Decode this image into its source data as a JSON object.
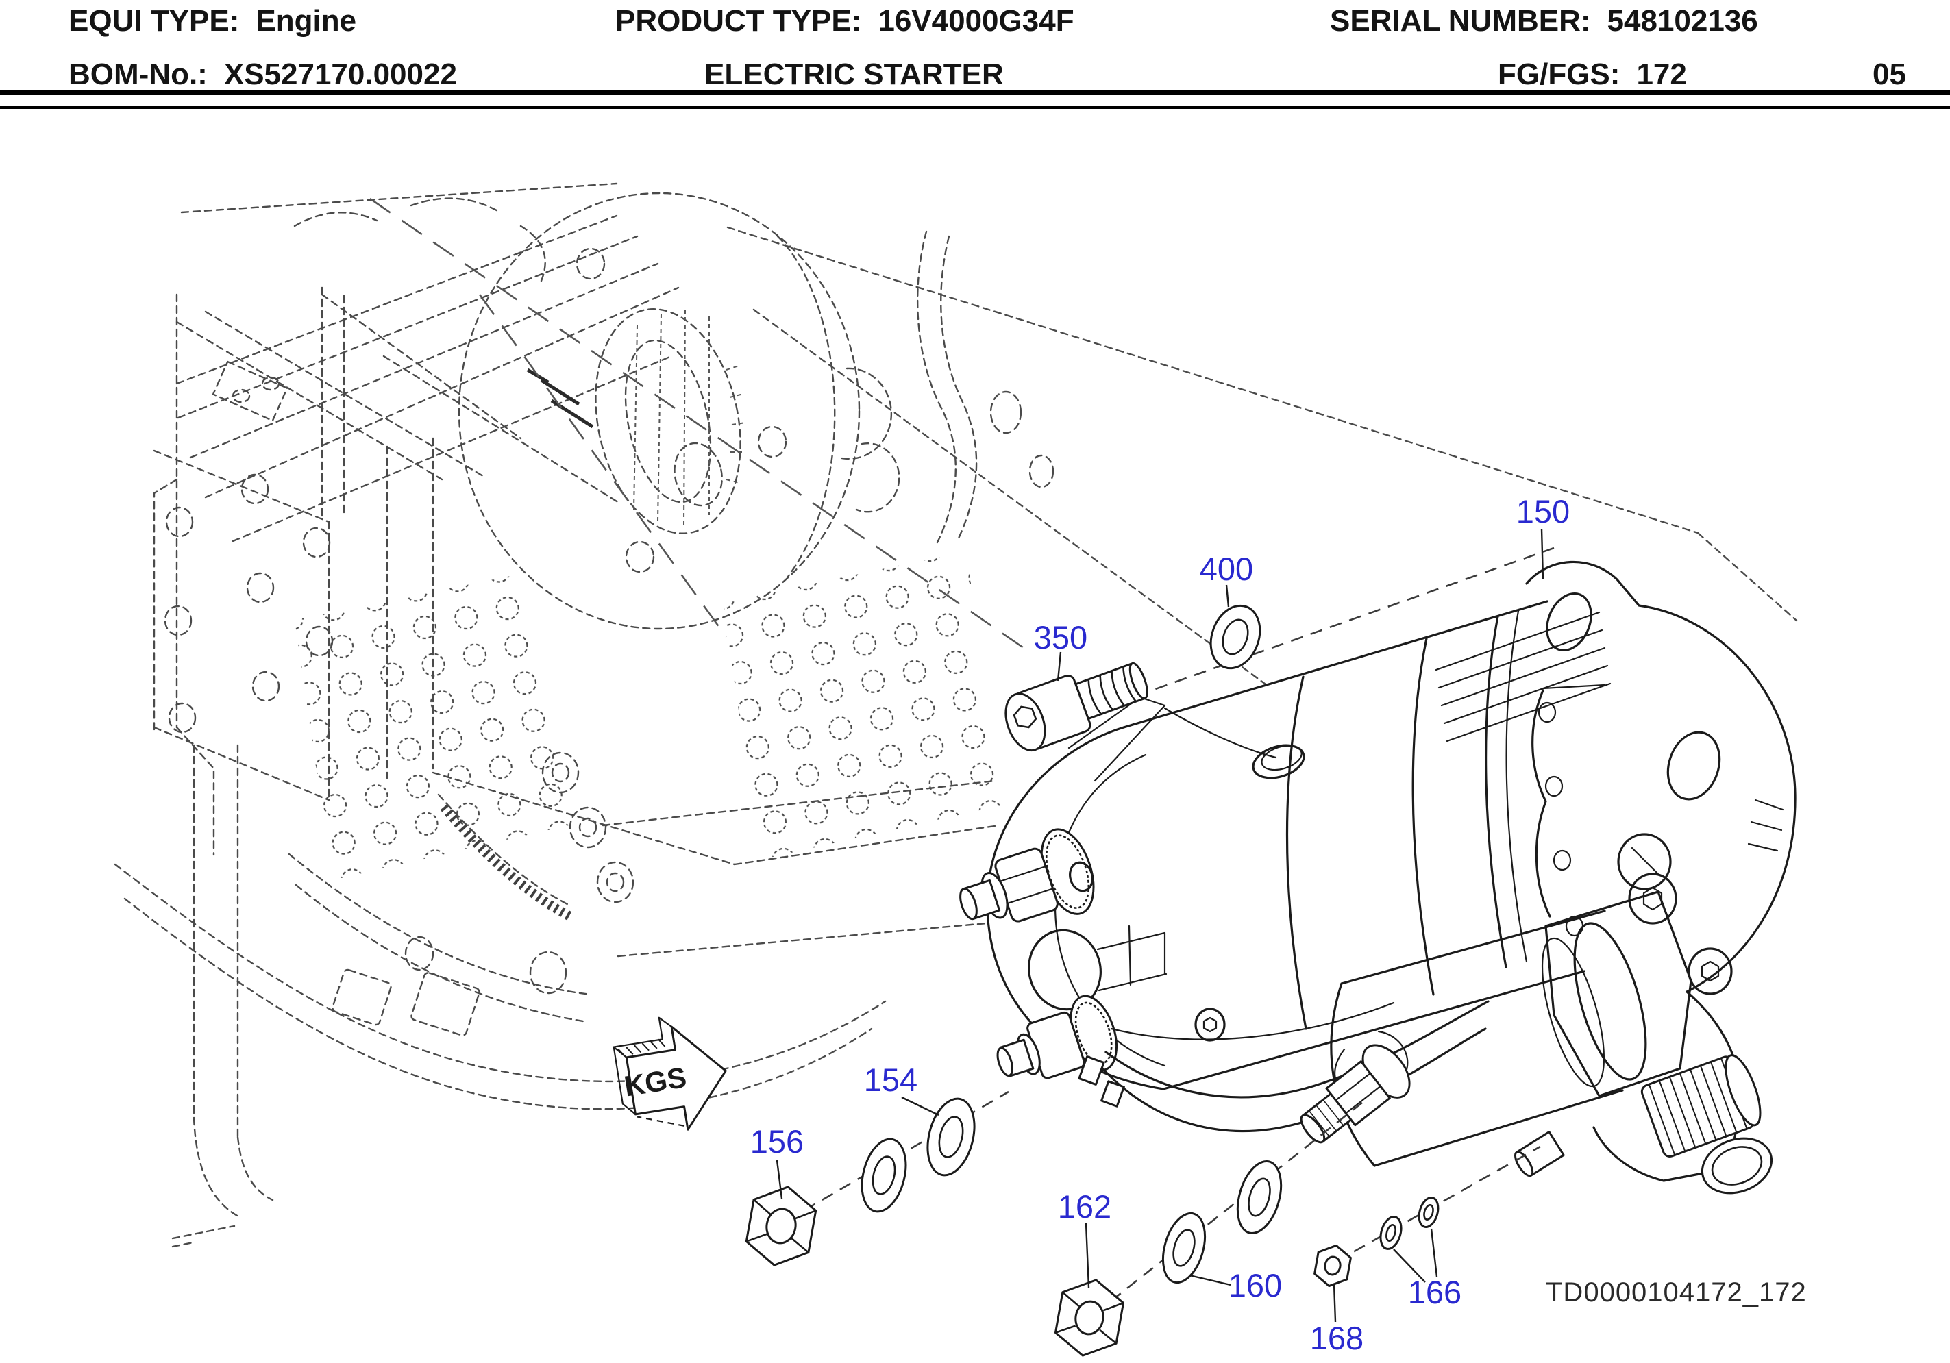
{
  "header": {
    "equi_type_label": "EQUI TYPE:",
    "equi_type_value": "Engine",
    "product_type_label": "PRODUCT TYPE:",
    "product_type_value": "16V4000G34F",
    "serial_number_label": "SERIAL NUMBER:",
    "serial_number_value": "548102136",
    "bom_label": "BOM-No.:",
    "bom_value": "XS527170.00022",
    "subtitle": "ELECTRIC STARTER",
    "fg_label": "FG/FGS:",
    "fg_value": "172",
    "page_number": "05"
  },
  "diagram": {
    "callout_color": "#2929cf",
    "callouts": {
      "c150": "150",
      "c350": "350",
      "c400": "400",
      "c154": "154",
      "c156": "156",
      "c160": "160",
      "c162": "162",
      "c166": "166",
      "c168": "168"
    },
    "kgs_label": "KGS",
    "drawing_id": "TD0000104172_172"
  }
}
